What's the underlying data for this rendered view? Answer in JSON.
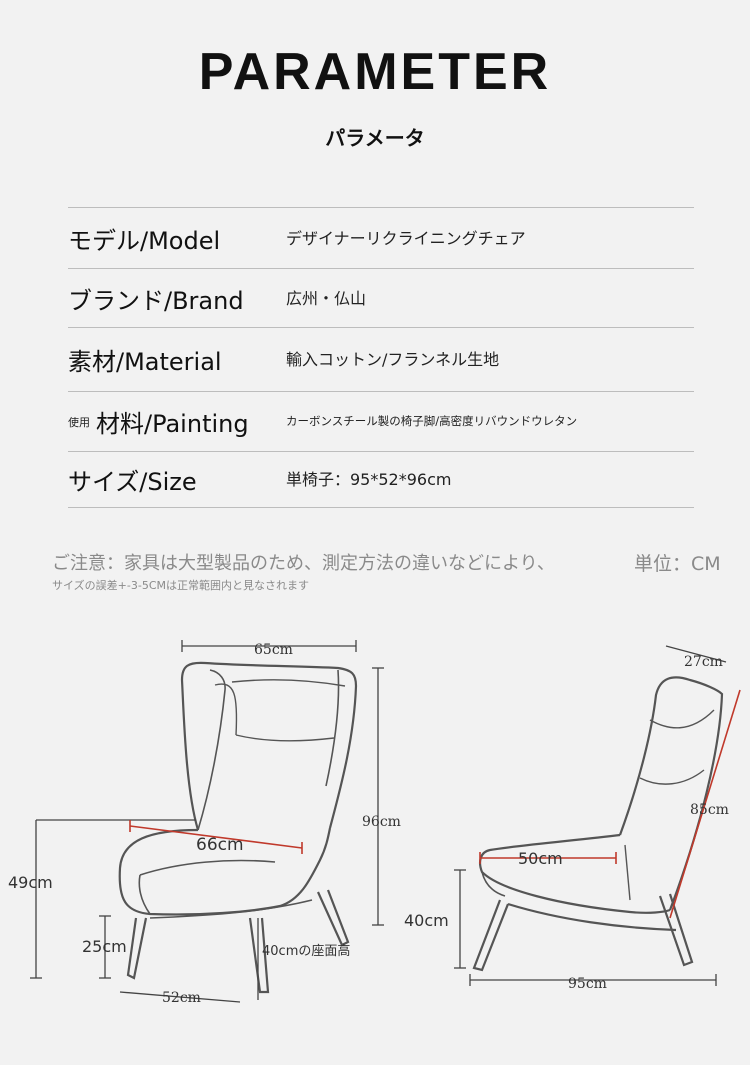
{
  "header": {
    "title": "PARAMETER",
    "subtitle": "パラメータ"
  },
  "params": [
    {
      "label": "モデル/Model",
      "value": "デザイナーリクライニングチェア"
    },
    {
      "label": "ブランド/Brand",
      "value": "広州・仏山"
    },
    {
      "label": "素材/Material",
      "value": "輸入コットン/フランネル生地"
    },
    {
      "label_prefix": "使用",
      "label": "材料/Painting",
      "value": "カーボンスチール製の椅子脚/高密度リバウンドウレタン"
    },
    {
      "label": "サイズ/Size",
      "value": "単椅子：95*52*96cm"
    }
  ],
  "notes": {
    "line1": "ご注意：家具は大型製品のため、測定方法の違いなどにより、",
    "line2": "サイズの誤差+-3-5CMは正常範囲内と見なされます",
    "unit": "単位：CM"
  },
  "diagram": {
    "front": {
      "width_top": "65cm",
      "height_total": "96cm",
      "seat_width": "66cm",
      "seat_height_arm": "49cm",
      "leg_height": "25cm",
      "seat_height_note": "40cmの座面高",
      "depth_bottom": "52cm"
    },
    "side": {
      "top_depth": "27cm",
      "back_length": "85cm",
      "seat_depth": "50cm",
      "seat_height": "40cm",
      "total_length": "95cm"
    },
    "colors": {
      "outline": "#555555",
      "dimension_line": "#444444",
      "accent": "#c0392b"
    }
  }
}
